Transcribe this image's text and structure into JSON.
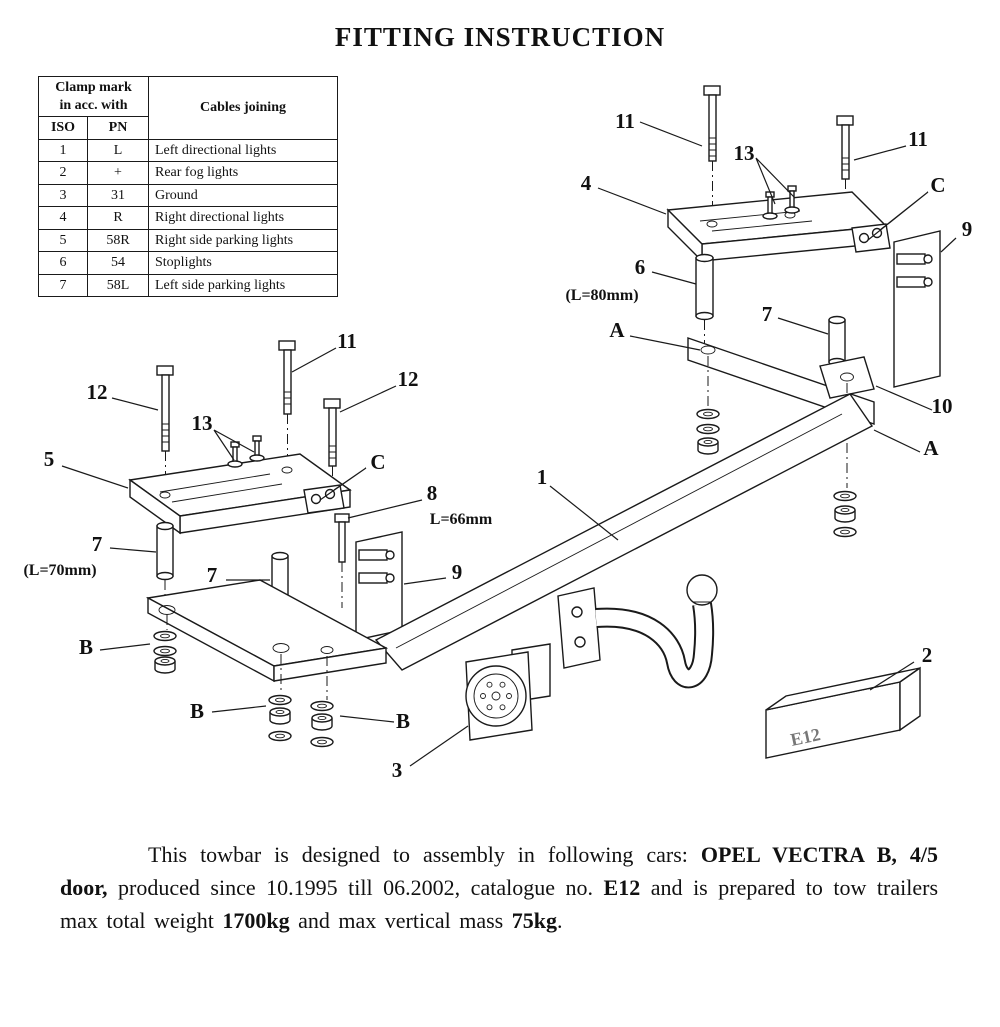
{
  "title": "FITTING INSTRUCTION",
  "table": {
    "header": {
      "clamp_line1": "Clamp mark",
      "clamp_line2": "in acc. with",
      "iso": "ISO",
      "pn": "PN",
      "cables": "Cables joining"
    },
    "rows": [
      {
        "iso": "1",
        "pn": "L",
        "cable": "Left directional lights"
      },
      {
        "iso": "2",
        "pn": "+",
        "cable": "Rear fog lights"
      },
      {
        "iso": "3",
        "pn": "31",
        "cable": "Ground"
      },
      {
        "iso": "4",
        "pn": "R",
        "cable": "Right directional lights"
      },
      {
        "iso": "5",
        "pn": "58R",
        "cable": "Right side parking lights"
      },
      {
        "iso": "6",
        "pn": "54",
        "cable": "Stoplights"
      },
      {
        "iso": "7",
        "pn": "58L",
        "cable": "Left side parking lights"
      }
    ]
  },
  "diagram": {
    "labels": {
      "l11_top_left": "11",
      "l13_top": "13",
      "l4": "4",
      "l11_top_right": "11",
      "lC_right": "C",
      "l9_right": "9",
      "l6": "6",
      "dim_l80": "(L=80mm)",
      "l7_right": "7",
      "lA_left": "A",
      "l10": "10",
      "lA_right": "A",
      "l11_mid": "11",
      "l12_left": "12",
      "l12_right": "12",
      "l13_left": "13",
      "l5": "5",
      "lC_left": "C",
      "l8": "8",
      "dim_l66": "L=66mm",
      "l1": "1",
      "l7_left": "7",
      "dim_l70": "(L=70mm)",
      "l7_mid": "7",
      "l9_left": "9",
      "lB_left": "B",
      "lB_mid": "B",
      "lB_right": "B",
      "l3": "3",
      "l2": "2",
      "box_e12": "E12"
    }
  },
  "footer": {
    "segments": [
      {
        "text": "This towbar is designed to assembly in following cars: "
      },
      {
        "text": "OPEL VECTRA B, 4/5 door,"
      },
      {
        "text": " produced since 10.1995 till 06.2002, catalogue no. "
      },
      {
        "text": "E12"
      },
      {
        "text": " and is prepared to tow trailers max total weight "
      },
      {
        "text": "1700kg"
      },
      {
        "text": " and max vertical mass "
      },
      {
        "text": "75kg"
      },
      {
        "text": "."
      }
    ]
  }
}
